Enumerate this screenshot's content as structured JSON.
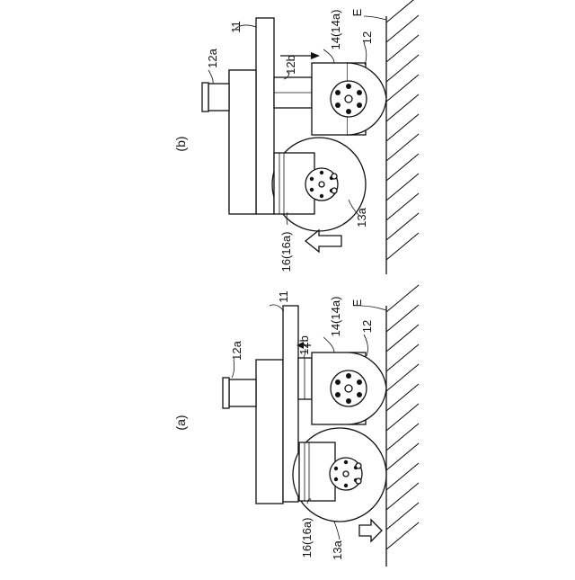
{
  "figures": [
    {
      "caption": "(b)",
      "labels": {
        "frame": "11",
        "bar_head": "12a",
        "bar_stem": "12b",
        "cutter": "14(14a)",
        "disc": "12",
        "ground": "E",
        "rear_wheel": "13a",
        "guide": "16(16a)"
      }
    },
    {
      "caption": "(a)",
      "labels": {
        "frame": "11",
        "bar_head": "12a",
        "bar_stem": "12b",
        "cutter": "14(14a)",
        "disc": "12",
        "ground": "E",
        "rear_wheel": "13a",
        "guide": "16(16a)"
      }
    }
  ]
}
